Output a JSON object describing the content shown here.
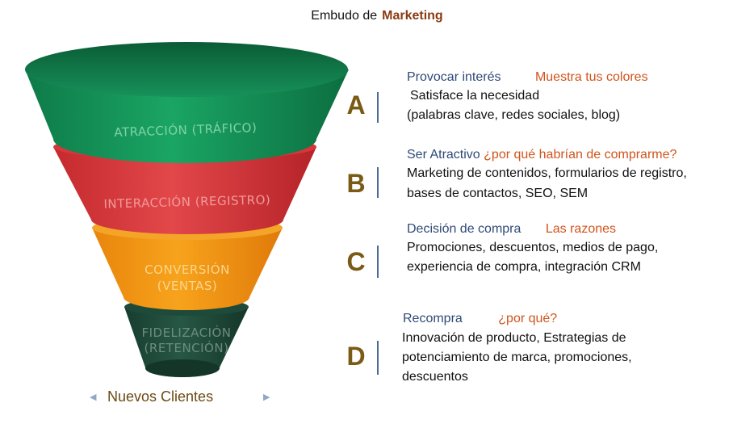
{
  "title": {
    "prefix": "Embudo de",
    "highlight": "Marketing"
  },
  "funnel": {
    "layers": [
      {
        "label": "ATRACCIÓN (TRÁFICO)",
        "color": "#14935a"
      },
      {
        "label": "INTERACCIÓN (REGISTRO)",
        "color": "#d93a3a"
      },
      {
        "label_line1": "CONVERSIÓN",
        "label_line2": "(VENTAS)",
        "color": "#f39a12"
      },
      {
        "label_line1": "FIDELIZACIÓN",
        "label_line2": "(RETENCIÓN)",
        "color": "#1f4a3a"
      }
    ],
    "bottom_label": "Nuevos Clientes",
    "arrow_left": "◀",
    "arrow_right": "▶"
  },
  "sections": [
    {
      "letter": "A",
      "heading": "Provocar interés",
      "heading_highlight": "Muestra tus colores",
      "lines": [
        "Satisface la necesidad",
        "(palabras clave, redes sociales, blog)"
      ]
    },
    {
      "letter": "B",
      "heading": "Ser Atractivo",
      "heading_highlight": "¿por qué habrían de comprarme?",
      "lines": [
        "Marketing de contenidos,  formularios de registro,",
        "bases de contactos, SEO, SEM"
      ]
    },
    {
      "letter": "C",
      "heading": "Decisión de compra",
      "heading_highlight": "Las razones",
      "lines": [
        "Promociones, descuentos, medios de pago,",
        "experiencia de compra, integración CRM"
      ]
    },
    {
      "letter": "D",
      "heading": "Recompra",
      "heading_highlight": "¿por qué?",
      "lines": [
        "Innovación de producto, Estrategias de",
        "potenciamiento de marca, promociones,",
        "descuentos"
      ]
    }
  ]
}
